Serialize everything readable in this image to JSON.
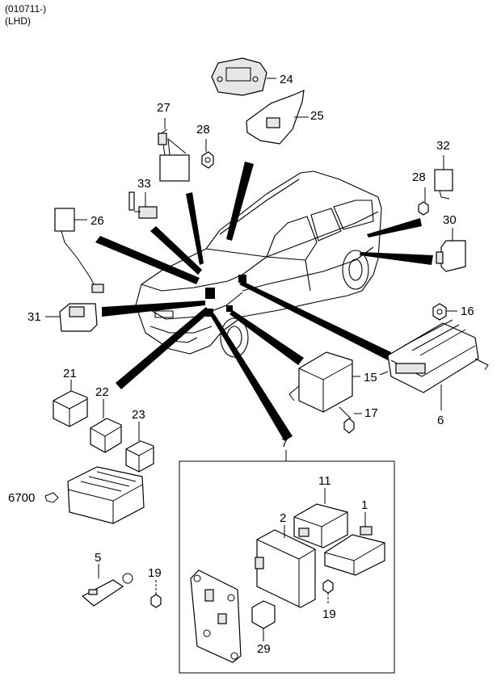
{
  "header": {
    "line1": "(010711-)",
    "line2": "(LHD)"
  },
  "callouts": {
    "c1": "1",
    "c2": "2",
    "c5": "5",
    "c6": "6",
    "c7": "7",
    "c11": "11",
    "c15": "15",
    "c16": "16",
    "c17": "17",
    "c19a": "19",
    "c19b": "19",
    "c21": "21",
    "c22": "22",
    "c23": "23",
    "c24": "24",
    "c25": "25",
    "c26": "26",
    "c27": "27",
    "c28a": "28",
    "c28b": "28",
    "c29": "29",
    "c30": "30",
    "c31": "31",
    "c32": "32",
    "c33": "33",
    "c6700": "6700"
  }
}
